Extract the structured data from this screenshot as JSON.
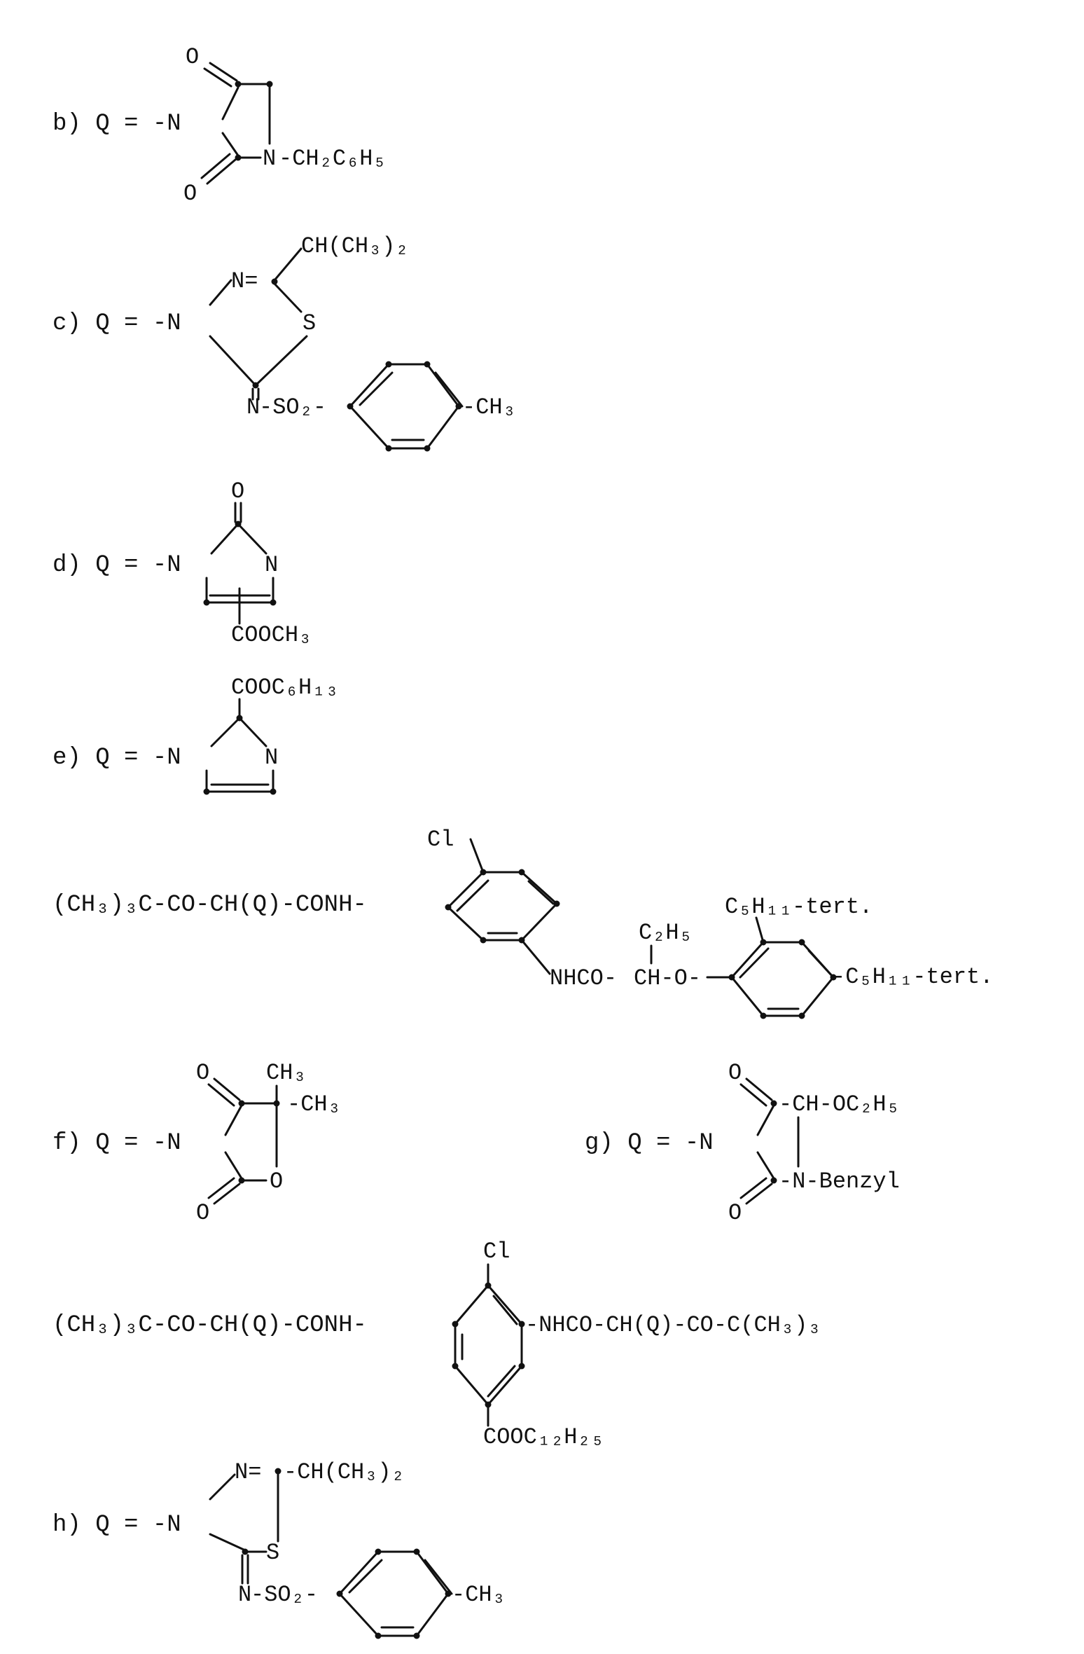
{
  "structures": {
    "b": {
      "label": "b) Q = -N",
      "o_top": "O",
      "o_bottom": "O",
      "n2": "N",
      "substituent": "-CH₂C₆H₅"
    },
    "c": {
      "label": "c) Q = -N",
      "n_eq": "N=",
      "isopropyl": "CH(CH₃)₂",
      "s": "S",
      "n_low": "N",
      "sulfonyl": "-SO₂-",
      "methyl": "-CH₃"
    },
    "d": {
      "label": "d) Q = -N",
      "o": "O",
      "n2": "N",
      "ester": "COOCH₃"
    },
    "e": {
      "label": "e) Q = -N",
      "ester": "COOC₆H₁₃",
      "n2": "N"
    },
    "coupler1": {
      "left": "(CH₃)₃C-CO-CH(Q)-CONH-",
      "cl": "Cl",
      "amide": "NHCO-",
      "ch_o": "CH-O-",
      "ethyl": "C₂H₅",
      "pentyl_top": "C₅H₁₁-tert.",
      "pentyl_right": "-C₅H₁₁-tert."
    },
    "f": {
      "label": "f) Q = -N",
      "o_top": "O",
      "o_bottom": "O",
      "ch3_top": "CH₃",
      "ch3_side": "-CH₃",
      "o_ring": "O"
    },
    "g": {
      "label": "g) Q = -N",
      "o_top": "O",
      "o_bottom": "O",
      "ch_oet": "-CH-OC₂H₅",
      "n_benzyl": "-N-Benzyl"
    },
    "coupler2": {
      "left": "(CH₃)₃C-CO-CH(Q)-CONH-",
      "cl": "Cl",
      "right": "-NHCO-CH(Q)-CO-C(CH₃)₃",
      "ester": "COOC₁₂H₂₅"
    },
    "h": {
      "label": "h) Q = -N",
      "n_eq": "N=",
      "isopropyl": "-CH(CH₃)₂",
      "s": "S",
      "n_low": "N",
      "sulfonyl": "-SO₂-",
      "methyl": "-CH₃"
    }
  }
}
